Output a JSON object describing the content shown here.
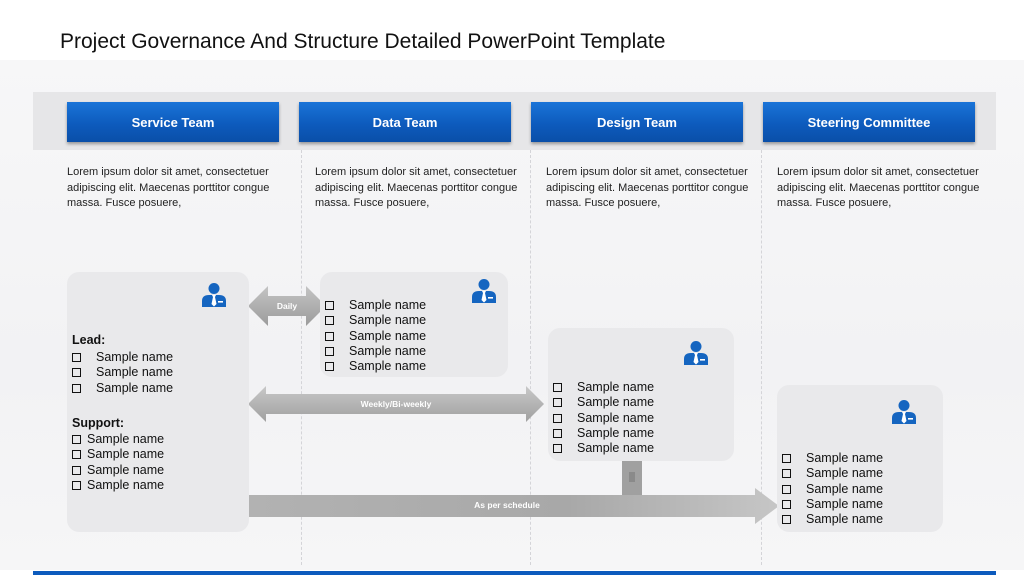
{
  "title": "Project Governance And Structure Detailed PowerPoint Template",
  "colors": {
    "header_blue": "#0d5bbd",
    "card_gray": "#e9e9eb",
    "band_gray": "#e6e6e8",
    "arrow_gray": "#a9a9a9",
    "icon_blue": "#1565c0"
  },
  "teams": [
    {
      "name": "Service Team",
      "desc": "Lorem ipsum dolor sit amet, consectetuer adipiscing elit. Maecenas porttitor congue massa. Fusce posuere,"
    },
    {
      "name": "Data Team",
      "desc": "Lorem ipsum dolor sit amet, consectetuer adipiscing elit. Maecenas porttitor congue massa. Fusce posuere,"
    },
    {
      "name": "Design Team",
      "desc": "Lorem ipsum dolor sit amet, consectetuer adipiscing elit. Maecenas porttitor congue massa. Fusce posuere,"
    },
    {
      "name": "Steering Committee",
      "desc": "Lorem ipsum dolor sit amet, consectetuer adipiscing elit. Maecenas porttitor congue massa. Fusce posuere,"
    }
  ],
  "service_card": {
    "icon": "person-tie-icon",
    "lead_label": "Lead:",
    "lead": [
      "Sample name",
      "Sample name",
      "Sample name"
    ],
    "support_label": "Support:",
    "support": [
      "Sample name",
      "Sample name",
      "Sample name",
      "Sample name"
    ]
  },
  "data_card": {
    "icon": "person-tie-icon",
    "names": [
      "Sample name",
      "Sample name",
      "Sample name",
      "Sample name",
      "Sample name"
    ]
  },
  "design_card": {
    "icon": "person-tie-icon",
    "names": [
      "Sample name",
      "Sample name",
      "Sample name",
      "Sample name",
      "Sample name"
    ]
  },
  "steering_card": {
    "icon": "person-tie-icon",
    "names": [
      "Sample name",
      "Sample name",
      "Sample name",
      "Sample name",
      "Sample name"
    ]
  },
  "connectors": {
    "daily": "Daily",
    "weekly": "Weekly/Bi-weekly",
    "schedule": "As per schedule"
  }
}
